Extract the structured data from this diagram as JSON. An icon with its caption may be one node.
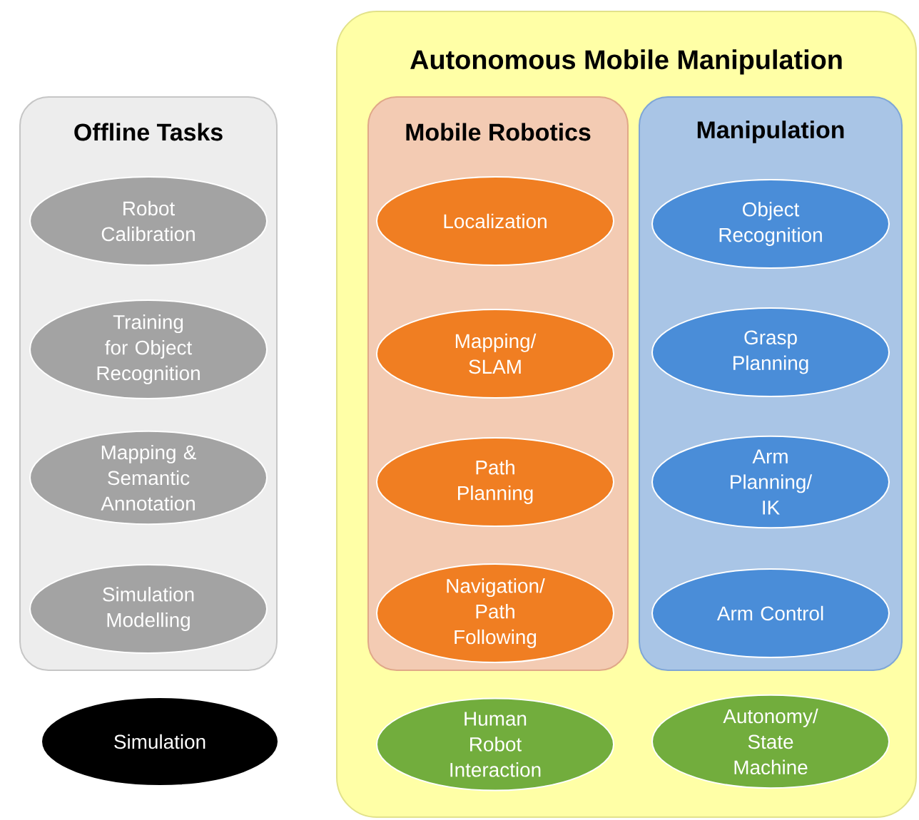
{
  "diagram": {
    "nodes": [
      {
        "text": [
          "Offline Tasks"
        ]
      },
      {
        "text": [
          "Robot Calibration"
        ],
        "in": 0
      },
      {
        "text": [
          "Training for Object Recognition"
        ],
        "in": 0
      },
      {
        "text": [
          "Mapping & Semantic Annotation"
        ],
        "in": 0
      },
      {
        "text": [
          "Simulation Modelling"
        ],
        "in": 0
      },
      {
        "text": [
          "Simulation"
        ]
      },
      {
        "text": [
          "Autonomous Mobile Manipulation"
        ]
      },
      {
        "text": [
          "Mobile Robotics"
        ],
        "in": 6
      },
      {
        "text": [
          "Localization"
        ],
        "in": 7
      },
      {
        "text": [
          "Mapping/ SLAM"
        ],
        "in": 7
      },
      {
        "text": [
          "Path Planning"
        ],
        "in": 7
      },
      {
        "text": [
          "Navigation/ Path Following"
        ],
        "in": 7
      },
      {
        "text": [
          "Manipulation"
        ],
        "in": 6
      },
      {
        "text": [
          "Object Recognition"
        ],
        "in": 12
      },
      {
        "text": [
          "Grasp Planning"
        ],
        "in": 12
      },
      {
        "text": [
          "Arm Planning/ IK"
        ],
        "in": 12
      },
      {
        "text": [
          "Arm Control"
        ],
        "in": 12
      },
      {
        "text": [
          "Human Robot Interaction"
        ],
        "in": 6
      },
      {
        "text": [
          "Autonomy/ State Machine"
        ],
        "in": 6
      }
    ]
  }
}
